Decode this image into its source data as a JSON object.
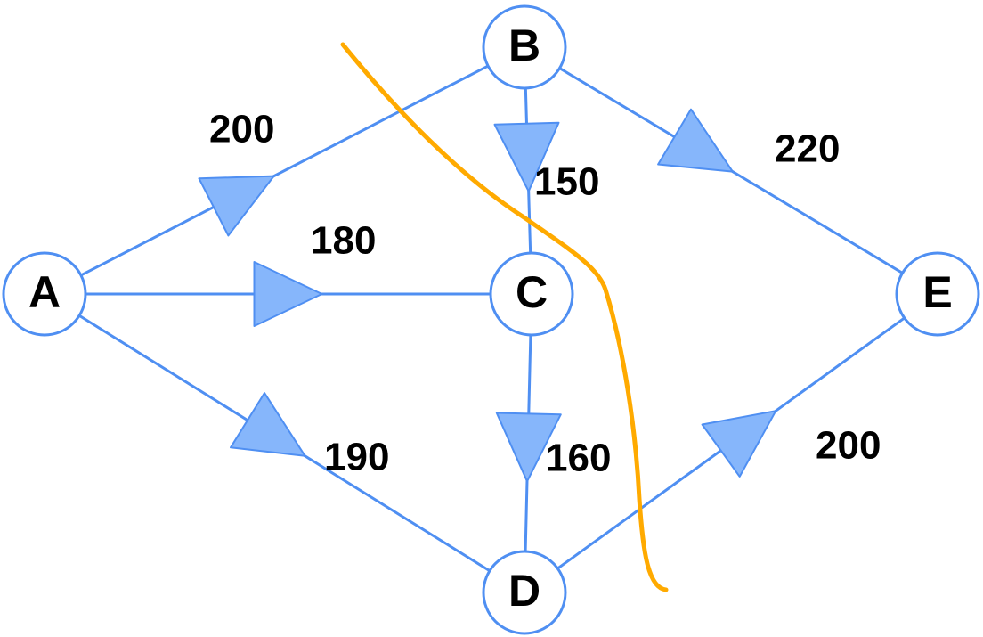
{
  "diagram": {
    "nodes": [
      {
        "id": "A",
        "label": "A"
      },
      {
        "id": "B",
        "label": "B"
      },
      {
        "id": "C",
        "label": "C"
      },
      {
        "id": "D",
        "label": "D"
      },
      {
        "id": "E",
        "label": "E"
      }
    ],
    "edges": [
      {
        "from": "A",
        "to": "B",
        "weight": "200"
      },
      {
        "from": "A",
        "to": "C",
        "weight": "180"
      },
      {
        "from": "A",
        "to": "D",
        "weight": "190"
      },
      {
        "from": "B",
        "to": "C",
        "weight": "150"
      },
      {
        "from": "B",
        "to": "E",
        "weight": "220"
      },
      {
        "from": "C",
        "to": "D",
        "weight": "160"
      },
      {
        "from": "D",
        "to": "E",
        "weight": "200"
      }
    ],
    "colors": {
      "edge": "#4f8ff2",
      "arrow_fill": "#86b6fb",
      "node_fill": "#ffffff",
      "label": "#000000",
      "cut_curve": "#ffaa00"
    }
  }
}
